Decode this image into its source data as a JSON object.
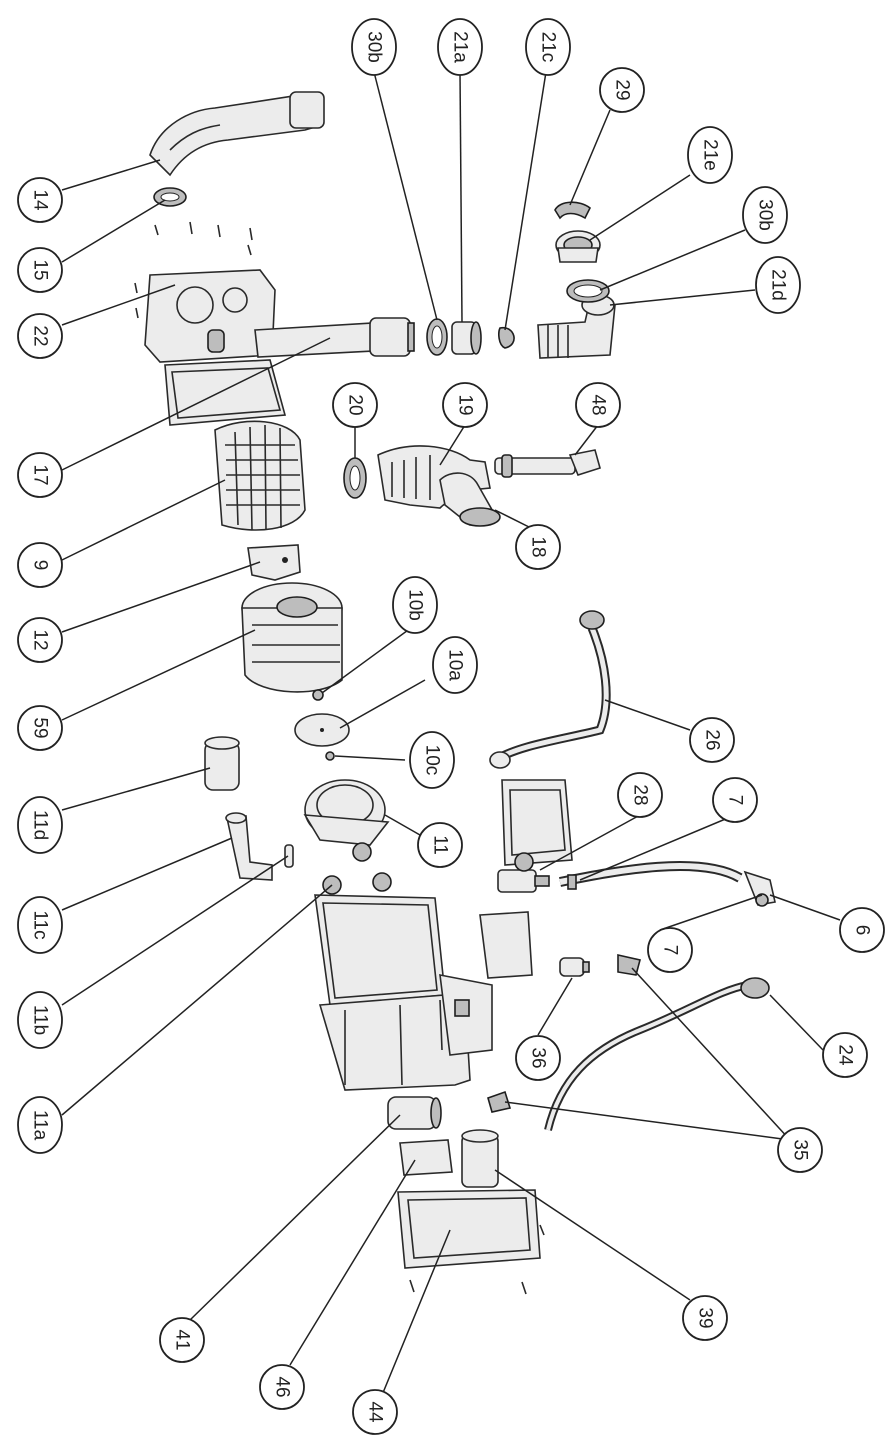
{
  "callouts": {
    "c14": "14",
    "c15": "15",
    "c22": "22",
    "c17": "17",
    "c9": "9",
    "c12": "12",
    "c59": "59",
    "c11d": "11d",
    "c11c": "11c",
    "c11b": "11b",
    "c11a": "11a",
    "c41": "41",
    "c46": "46",
    "c44": "44",
    "c30b_top": "30b",
    "c21a": "21a",
    "c21c": "21c",
    "c29": "29",
    "c21e": "21e",
    "c30b_right": "30b",
    "c21d": "21d",
    "c20": "20",
    "c19": "19",
    "c48": "48",
    "c18": "18",
    "c10b": "10b",
    "c10a": "10a",
    "c10c": "10c",
    "c11": "11",
    "c26": "26",
    "c28": "28",
    "c7_top": "7",
    "c7_bottom": "7",
    "c6": "6",
    "c36": "36",
    "c24": "24",
    "c35": "35",
    "c39": "39"
  }
}
